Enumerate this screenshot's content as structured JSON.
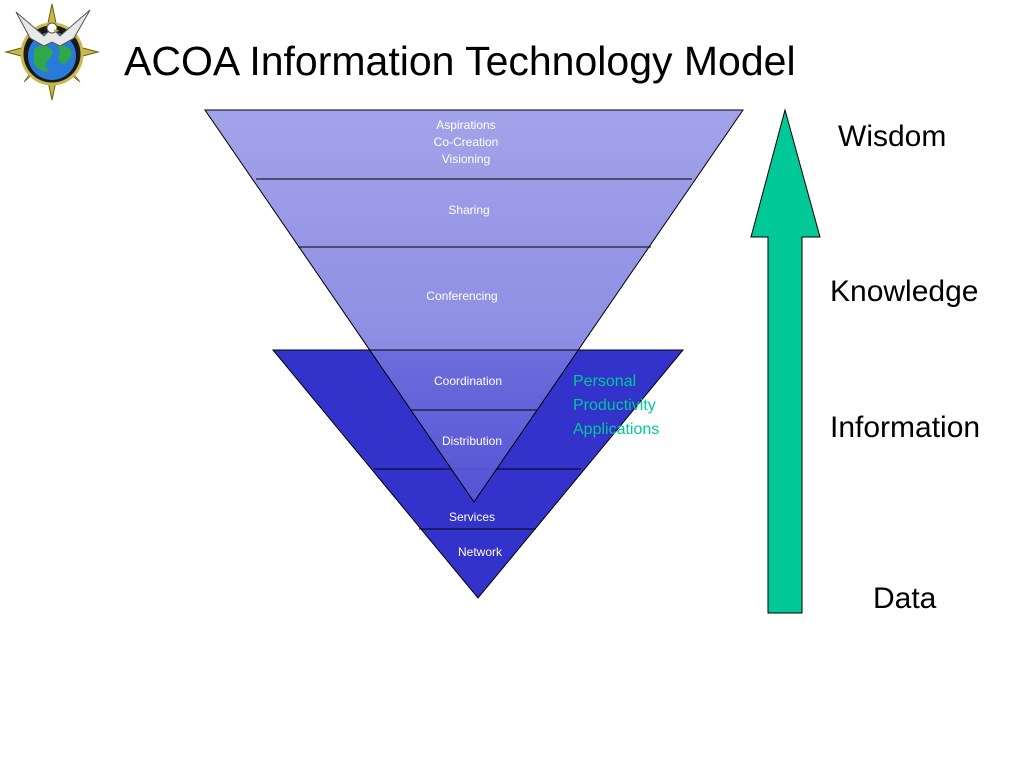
{
  "title": "ACOA Information Technology Model",
  "logo": {
    "icon": "eagle-globe-emblem-icon"
  },
  "upper_triangle": {
    "fill_color": "#8888e0",
    "layers": [
      {
        "lines": [
          "Aspirations",
          "Co-Creation",
          "Visioning"
        ]
      },
      {
        "lines": [
          "Sharing"
        ]
      },
      {
        "lines": [
          "Conferencing"
        ]
      },
      {
        "lines": [
          "Coordination"
        ]
      },
      {
        "lines": [
          "Distribution"
        ]
      }
    ]
  },
  "lower_triangle": {
    "fill_color": "#3333cc",
    "layers": [
      {
        "lines": [
          "Services"
        ]
      },
      {
        "lines": [
          "Network"
        ]
      }
    ],
    "side_label": [
      "Personal",
      "Productivity",
      "Applications"
    ],
    "side_label_color": "#00c896"
  },
  "arrow": {
    "color": "#00c896",
    "direction": "up"
  },
  "scale_labels": [
    "Wisdom",
    "Knowledge",
    "Information",
    "Data"
  ]
}
